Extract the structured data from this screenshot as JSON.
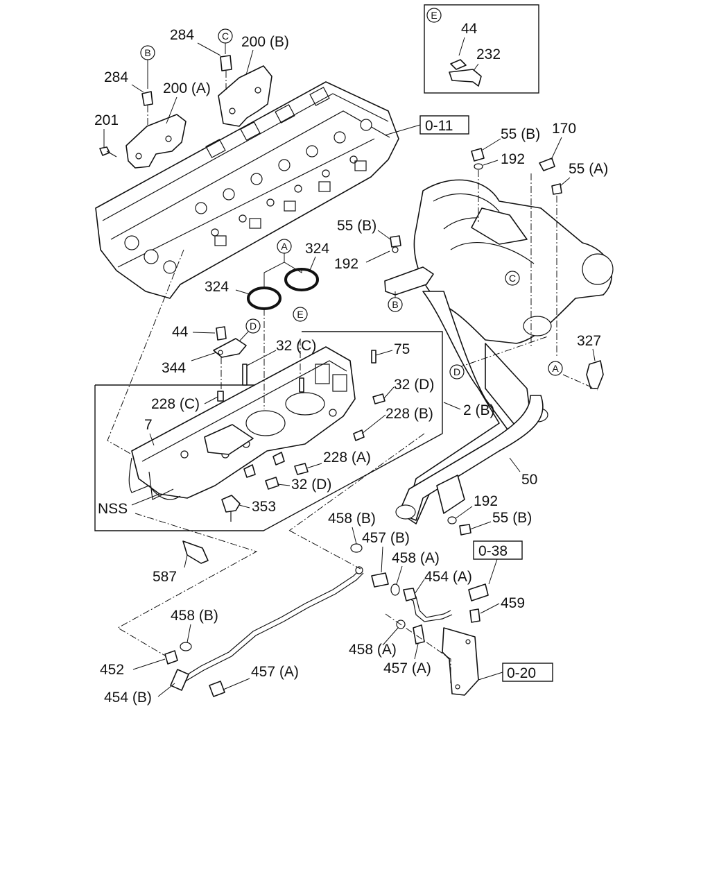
{
  "callouts": {
    "c284a": "284",
    "c284b": "284",
    "c200b": "200 (B)",
    "c200a": "200 (A)",
    "c201": "201",
    "c44_inset": "44",
    "c232": "232",
    "c55b_top": "55 (B)",
    "c170": "170",
    "c192_top": "192",
    "c55a": "55 (A)",
    "c55b_mid": "55 (B)",
    "c192_mid": "192",
    "c324a": "324",
    "c324b": "324",
    "c44": "44",
    "c344": "344",
    "c32c": "32 (C)",
    "c75": "75",
    "c32d_a": "32 (D)",
    "c228c": "228 (C)",
    "c228b": "228 (B)",
    "c2b": "2 (B)",
    "c7": "7",
    "c228a": "228 (A)",
    "c32d_b": "32 (D)",
    "cnss": "NSS",
    "c353": "353",
    "c327": "327",
    "c50": "50",
    "c192_low": "192",
    "c55b_low": "55 (B)",
    "c587": "587",
    "c458b_a": "458 (B)",
    "c457b": "457 (B)",
    "c458a_a": "458 (A)",
    "c454a": "454 (A)",
    "c459": "459",
    "c458b_b": "458 (B)",
    "c458a_b": "458 (A)",
    "c457a_a": "457 (A)",
    "c452": "452",
    "c457a_b": "457 (A)",
    "c454b": "454 (B)"
  },
  "references": {
    "r011": "0-11",
    "r038": "0-38",
    "r020": "0-20"
  },
  "markers": {
    "m_b_top": "B",
    "m_c_top": "C",
    "m_e_inset": "E",
    "m_a_ring": "A",
    "m_d_mid": "D",
    "m_e_mid": "E",
    "m_c_pipe": "C",
    "m_b_mid": "B",
    "m_d_pipe": "D",
    "m_a_pipe": "A"
  },
  "colors": {
    "line": "#111111",
    "background": "#ffffff"
  }
}
